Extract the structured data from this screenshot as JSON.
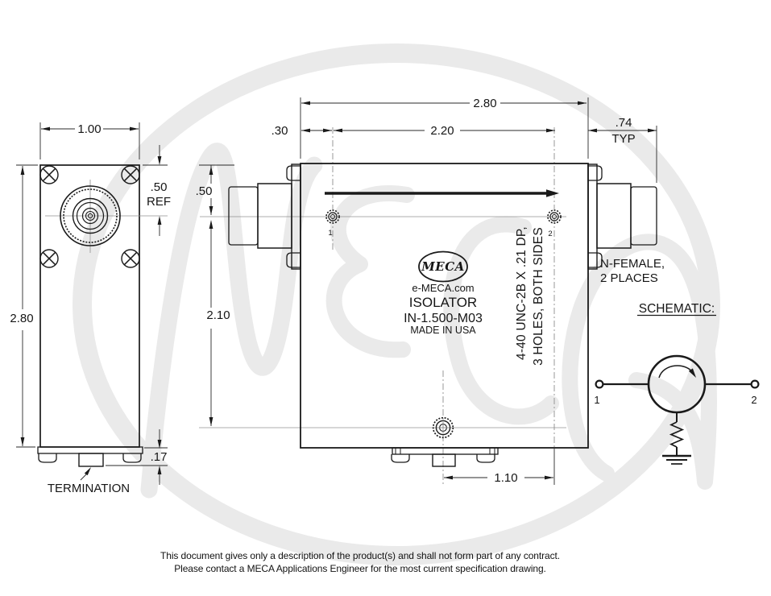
{
  "front_view": {
    "dim_width": "1.00",
    "dim_top_to_center": ".50",
    "dim_top_to_center_suffix": "REF",
    "dim_height": "2.80",
    "dim_base_height": ".17",
    "termination_label": "TERMINATION"
  },
  "side_view": {
    "dim_overall_length": "2.80",
    "dim_hole_offset": ".30",
    "dim_hole_spacing": "2.20",
    "dim_connector_length": ".74",
    "dim_connector_suffix": "TYP",
    "dim_top_to_centerline": ".50",
    "dim_body_height": "2.10",
    "dim_base_hole": "1.10",
    "hole1_label": "1",
    "hole2_label": "2",
    "tapped_hole_note_line1": "4-40 UNC-2B X .21 DP,",
    "tapped_hole_note_line2": "3 HOLES, BOTH SIDES",
    "connector_note_line1": "N-FEMALE,",
    "connector_note_line2": "2 PLACES"
  },
  "nameplate": {
    "logo_text": "MECA",
    "website": "e-MECA.com",
    "product": "ISOLATOR",
    "model": "IN-1.500-M03",
    "origin": "MADE IN USA"
  },
  "schematic": {
    "title": "SCHEMATIC:",
    "port1_label": "1",
    "port2_label": "2"
  },
  "watermark_text": "MECA",
  "footer": {
    "line1": "This document gives only a description of the product(s) and shall not form part of any contract.",
    "line2": "Please contact a MECA Applications Engineer for the most current specification drawing."
  },
  "colors": {
    "ink": "#1a1a1a",
    "construction": "#8a8a8a",
    "watermark": "#eaeaea",
    "background": "#ffffff"
  }
}
